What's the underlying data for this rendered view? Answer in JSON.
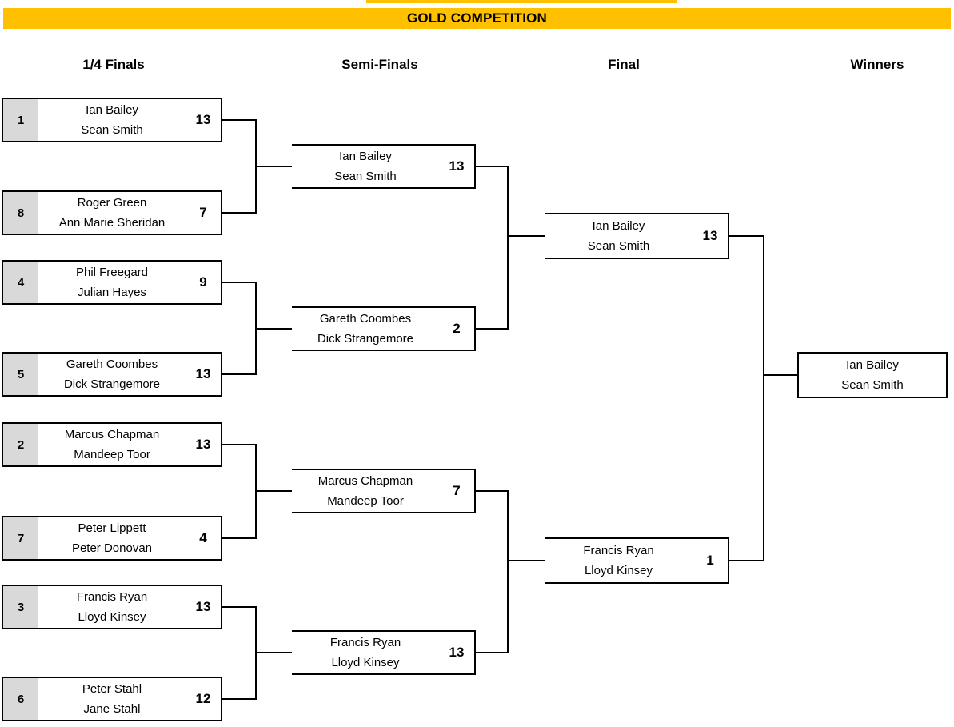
{
  "title": "GOLD COMPETITION",
  "colors": {
    "gold": "#FFC000",
    "seed_bg": "#D9D9D9",
    "border": "#000000"
  },
  "columns": {
    "quarter_finals": "1/4 Finals",
    "semi_finals": "Semi-Finals",
    "final": "Final",
    "winners": "Winners"
  },
  "rounds": {
    "quarter_finals": [
      {
        "seed": "1",
        "players": [
          "Ian Bailey",
          "Sean Smith"
        ],
        "score": "13"
      },
      {
        "seed": "8",
        "players": [
          "Roger Green",
          "Ann Marie Sheridan"
        ],
        "score": "7"
      },
      {
        "seed": "4",
        "players": [
          "Phil Freegard",
          "Julian Hayes"
        ],
        "score": "9"
      },
      {
        "seed": "5",
        "players": [
          "Gareth Coombes",
          "Dick Strangemore"
        ],
        "score": "13"
      },
      {
        "seed": "2",
        "players": [
          "Marcus Chapman",
          "Mandeep Toor"
        ],
        "score": "13"
      },
      {
        "seed": "7",
        "players": [
          "Peter Lippett",
          "Peter Donovan"
        ],
        "score": "4"
      },
      {
        "seed": "3",
        "players": [
          "Francis Ryan",
          "Lloyd Kinsey"
        ],
        "score": "13"
      },
      {
        "seed": "6",
        "players": [
          "Peter Stahl",
          "Jane Stahl"
        ],
        "score": "12"
      }
    ],
    "semi_finals": [
      {
        "players": [
          "Ian Bailey",
          "Sean Smith"
        ],
        "score": "13"
      },
      {
        "players": [
          "Gareth Coombes",
          "Dick Strangemore"
        ],
        "score": "2"
      },
      {
        "players": [
          "Marcus Chapman",
          "Mandeep Toor"
        ],
        "score": "7"
      },
      {
        "players": [
          "Francis Ryan",
          "Lloyd Kinsey"
        ],
        "score": "13"
      }
    ],
    "final": [
      {
        "players": [
          "Ian Bailey",
          "Sean Smith"
        ],
        "score": "13"
      },
      {
        "players": [
          "Francis Ryan",
          "Lloyd Kinsey"
        ],
        "score": "1"
      }
    ],
    "winner": {
      "players": [
        "Ian Bailey",
        "Sean Smith"
      ]
    }
  }
}
